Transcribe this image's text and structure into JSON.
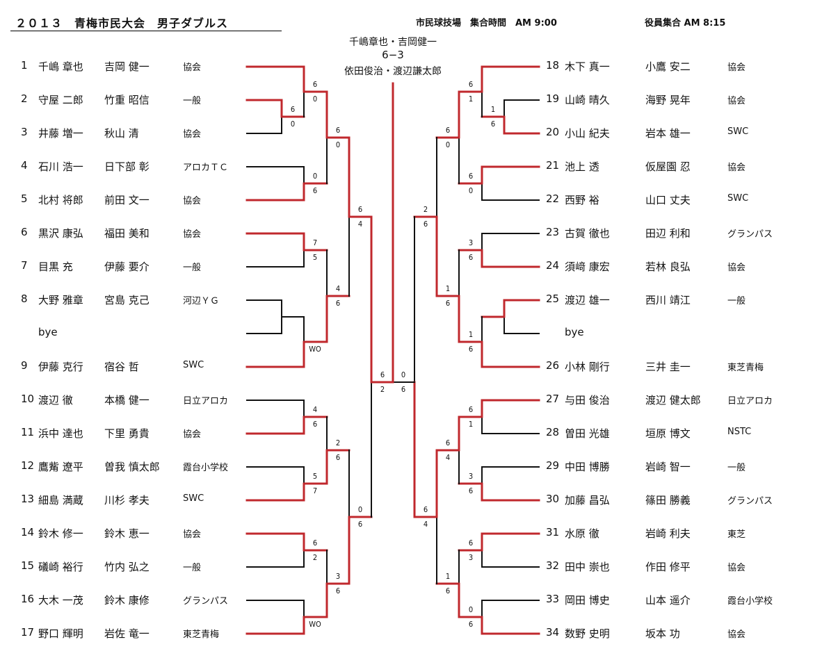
{
  "header": {
    "title": "２０１３　青梅市民大会　男子ダブルス",
    "venue": "市民球技場　集合時間　AM 9:00",
    "staff_meeting": "役員集合 AM 8:15"
  },
  "final": {
    "champion": "千嶋章也・吉岡健一",
    "score": "6−3",
    "runner_up": "依田俊治・渡辺謙太郎"
  },
  "colors": {
    "winner_line": "#c0282d",
    "loser_line": "#111111"
  },
  "left_entries": [
    {
      "seed": "1",
      "player1": "千嶋 章也",
      "player2": "吉岡 健一",
      "club": "協会"
    },
    {
      "seed": "2",
      "player1": "守屋 二郎",
      "player2": "竹重 昭信",
      "club": "一般"
    },
    {
      "seed": "3",
      "player1": "井藤 増一",
      "player2": "秋山 清",
      "club": "協会"
    },
    {
      "seed": "4",
      "player1": "石川 浩一",
      "player2": "日下部 彰",
      "club": "アロカＴＣ"
    },
    {
      "seed": "5",
      "player1": "北村 将郎",
      "player2": "前田 文一",
      "club": "協会"
    },
    {
      "seed": "6",
      "player1": "黒沢 康弘",
      "player2": "福田 美和",
      "club": "協会"
    },
    {
      "seed": "7",
      "player1": "目黒 充",
      "player2": "伊藤 要介",
      "club": "一般"
    },
    {
      "seed": "8",
      "player1": "大野 雅章",
      "player2": "宮島 克己",
      "club": "河辺ＹＧ"
    },
    {
      "bye": "bye"
    },
    {
      "seed": "9",
      "player1": "伊藤 克行",
      "player2": "宿谷 哲",
      "club": "SWC"
    },
    {
      "seed": "10",
      "player1": "渡辺 徹",
      "player2": "本橋 健一",
      "club": "日立アロカ"
    },
    {
      "seed": "11",
      "player1": "浜中 達也",
      "player2": "下里 勇貴",
      "club": "協会"
    },
    {
      "seed": "12",
      "player1": "鷹觜 遼平",
      "player2": "曽我 慎太郎",
      "club": "霞台小学校"
    },
    {
      "seed": "13",
      "player1": "細島 満蔵",
      "player2": "川杉 孝夫",
      "club": "SWC"
    },
    {
      "seed": "14",
      "player1": "鈴木 修一",
      "player2": "鈴木 恵一",
      "club": "協会"
    },
    {
      "seed": "15",
      "player1": "礒崎 裕行",
      "player2": "竹内 弘之",
      "club": "一般"
    },
    {
      "seed": "16",
      "player1": "大木 一茂",
      "player2": "鈴木 康修",
      "club": "グランパス"
    },
    {
      "seed": "17",
      "player1": "野口 輝明",
      "player2": "岩佐 竜一",
      "club": "東芝青梅"
    }
  ],
  "right_entries": [
    {
      "seed": "18",
      "player1": "木下 真一",
      "player2": "小鷹 安二",
      "club": "協会"
    },
    {
      "seed": "19",
      "player1": "山崎 晴久",
      "player2": "海野 晃年",
      "club": "協会"
    },
    {
      "seed": "20",
      "player1": "小山 紀夫",
      "player2": "岩本 雄一",
      "club": "SWC"
    },
    {
      "seed": "21",
      "player1": "池上 透",
      "player2": "仮屋園 忍",
      "club": "協会"
    },
    {
      "seed": "22",
      "player1": "西野 裕",
      "player2": "山口 丈夫",
      "club": "SWC"
    },
    {
      "seed": "23",
      "player1": "古賀 徹也",
      "player2": "田辺 利和",
      "club": "グランパス"
    },
    {
      "seed": "24",
      "player1": "須﨑 康宏",
      "player2": "若林 良弘",
      "club": "協会"
    },
    {
      "seed": "25",
      "player1": "渡辺 雄一",
      "player2": "西川 靖江",
      "club": "一般"
    },
    {
      "bye": "bye"
    },
    {
      "seed": "26",
      "player1": "小林 剛行",
      "player2": "三井 圭一",
      "club": "東芝青梅"
    },
    {
      "seed": "27",
      "player1": "与田 俊治",
      "player2": "渡辺 健太郎",
      "club": "日立アロカ"
    },
    {
      "seed": "28",
      "player1": "曽田 光雄",
      "player2": "垣原 博文",
      "club": "NSTC"
    },
    {
      "seed": "29",
      "player1": "中田 博勝",
      "player2": "岩崎 智一",
      "club": "一般"
    },
    {
      "seed": "30",
      "player1": "加藤 昌弘",
      "player2": "篠田 勝義",
      "club": "グランパス"
    },
    {
      "seed": "31",
      "player1": "水原 徹",
      "player2": "岩崎 利夫",
      "club": "東芝"
    },
    {
      "seed": "32",
      "player1": "田中 崇也",
      "player2": "作田 修平",
      "club": "協会"
    },
    {
      "seed": "33",
      "player1": "岡田 博史",
      "player2": "山本 遥介",
      "club": "霞台小学校"
    },
    {
      "seed": "34",
      "player1": "数野 史明",
      "player2": "坂本 功",
      "club": "協会"
    }
  ],
  "matches": {
    "LA": {
      "top": "6",
      "bottom": "0",
      "winner": "top"
    },
    "LB": {
      "top": "6",
      "bottom": "0",
      "winner": "top"
    },
    "LC": {
      "top": "0",
      "bottom": "6",
      "winner": "bottom"
    },
    "LD": {
      "top": "6",
      "bottom": "0",
      "winner": "top"
    },
    "LE": {
      "top": "7",
      "bottom": "5",
      "winner": "top"
    },
    "LF0": {
      "winner": "none"
    },
    "LF1": {
      "top": "",
      "bottom": "WO",
      "winner": "bottom"
    },
    "LG": {
      "top": "4",
      "bottom": "6",
      "winner": "bottom"
    },
    "LH": {
      "top": "6",
      "bottom": "4",
      "winner": "top"
    },
    "LI": {
      "top": "4",
      "bottom": "6",
      "winner": "bottom"
    },
    "LJ": {
      "top": "5",
      "bottom": "7",
      "winner": "bottom"
    },
    "LK": {
      "top": "2",
      "bottom": "6",
      "winner": "bottom"
    },
    "LL": {
      "top": "6",
      "bottom": "2",
      "winner": "top"
    },
    "LM": {
      "top": "",
      "bottom": "WO",
      "winner": "bottom"
    },
    "LN": {
      "top": "3",
      "bottom": "6",
      "winner": "bottom"
    },
    "LO": {
      "top": "0",
      "bottom": "6",
      "winner": "bottom"
    },
    "LP": {
      "top": "6",
      "bottom": "2",
      "winner": "top"
    },
    "RA": {
      "top": "1",
      "bottom": "6",
      "winner": "bottom"
    },
    "RB": {
      "top": "6",
      "bottom": "1",
      "winner": "top"
    },
    "RC": {
      "top": "6",
      "bottom": "0",
      "winner": "top"
    },
    "RD": {
      "top": "6",
      "bottom": "0",
      "winner": "top"
    },
    "RE": {
      "top": "3",
      "bottom": "6",
      "winner": "bottom"
    },
    "RF0": {
      "winner": "top"
    },
    "RF1": {
      "top": "1",
      "bottom": "6",
      "winner": "bottom"
    },
    "RG": {
      "top": "1",
      "bottom": "6",
      "winner": "bottom"
    },
    "RH": {
      "top": "2",
      "bottom": "6",
      "winner": "bottom"
    },
    "RI": {
      "top": "6",
      "bottom": "1",
      "winner": "top"
    },
    "RJ": {
      "top": "3",
      "bottom": "6",
      "winner": "bottom"
    },
    "RK": {
      "top": "6",
      "bottom": "4",
      "winner": "top"
    },
    "RL": {
      "top": "6",
      "bottom": "3",
      "winner": "top"
    },
    "RM": {
      "top": "0",
      "bottom": "6",
      "winner": "bottom"
    },
    "RN": {
      "top": "1",
      "bottom": "6",
      "winner": "bottom"
    },
    "RO": {
      "top": "6",
      "bottom": "4",
      "winner": "top"
    },
    "RP": {
      "top": "0",
      "bottom": "6",
      "winner": "bottom"
    }
  }
}
